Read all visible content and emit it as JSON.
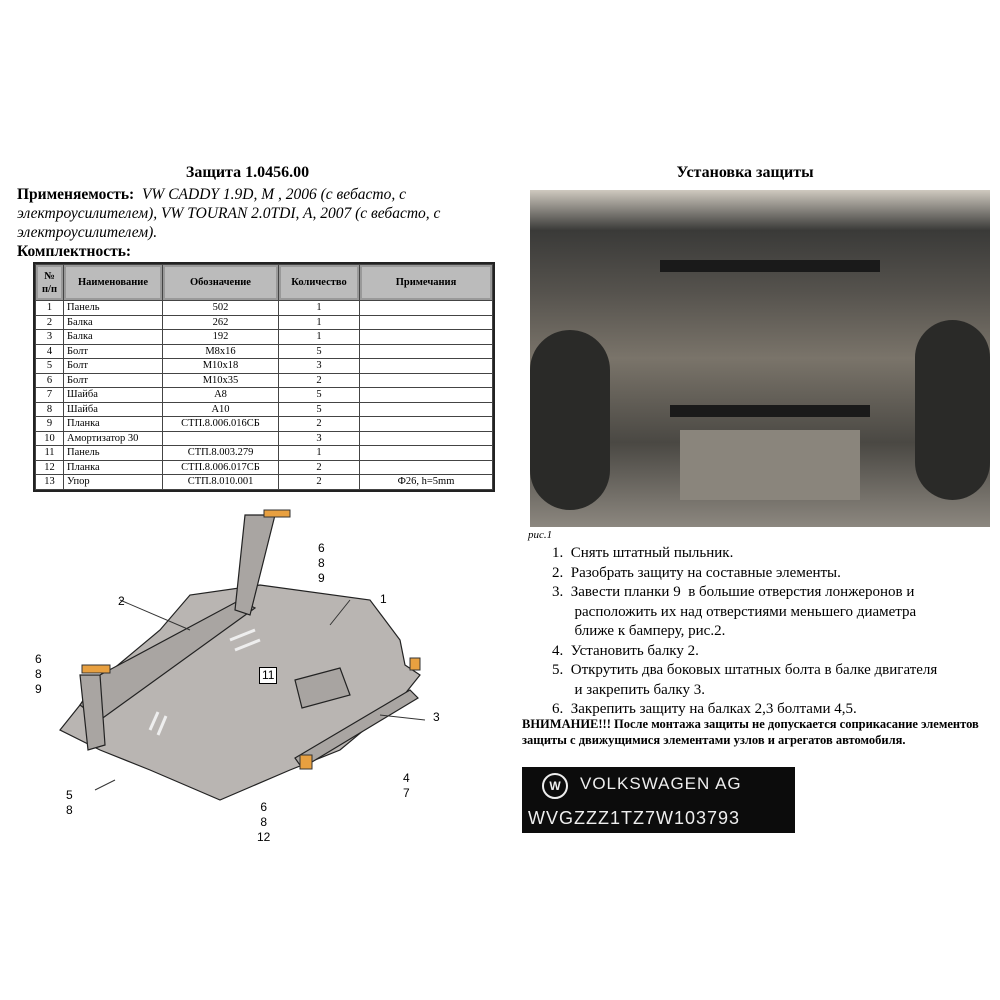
{
  "left": {
    "title": "Защита 1.0456.00",
    "applicability_label": "Применяемость:",
    "applicability_text": "VW CADDY 1.9D, M , 2006 (с вебасто, с электроусилителем), VW  TOURAN 2.0TDI, A, 2007 (с вебасто, с электроусилителем).",
    "kit_label": "Комплектность:",
    "table": {
      "headers": [
        "№ п/п",
        "Наименование",
        "Обозначение",
        "Количество",
        "Примечания"
      ],
      "rows": [
        [
          "1",
          "Панель",
          "502",
          "1",
          ""
        ],
        [
          "2",
          "Балка",
          "262",
          "1",
          ""
        ],
        [
          "3",
          "Балка",
          "192",
          "1",
          ""
        ],
        [
          "4",
          "Болт",
          "M8x16",
          "5",
          ""
        ],
        [
          "5",
          "Болт",
          "M10x18",
          "3",
          ""
        ],
        [
          "6",
          "Болт",
          "M10x35",
          "2",
          ""
        ],
        [
          "7",
          "Шайба",
          "A8",
          "5",
          ""
        ],
        [
          "8",
          "Шайба",
          "A10",
          "5",
          ""
        ],
        [
          "9",
          "Планка",
          "СТП.8.006.016СБ",
          "2",
          ""
        ],
        [
          "10",
          "Амортизатор 30",
          "",
          "3",
          ""
        ],
        [
          "11",
          "Панель",
          "СТП.8.003.279",
          "1",
          ""
        ],
        [
          "12",
          "Планка",
          "СТП.8.006.017СБ",
          "2",
          ""
        ],
        [
          "13",
          "Упор",
          "СТП.8.010.001",
          "2",
          "Ф26, h=5mm"
        ]
      ]
    },
    "drawing_labels": {
      "l1": "1",
      "l2": "2",
      "l3": "3",
      "l11": "11",
      "l47": "4\n7",
      "l689a": "6\n8\n9",
      "l689b": "6\n8\n9",
      "l58": "5\n8",
      "l6812": "6\n8\n12"
    }
  },
  "right": {
    "title": "Установка защиты",
    "caption": "рис.1",
    "steps": [
      "1.  Снять штатный пыльник.",
      "2.  Разобрать защиту на составные элементы.",
      "3.  Завести планки 9  в большие отверстия лонжеронов и",
      "      расположить их над отверстиями меньшего диаметра",
      "      ближе к бамперу, рис.2.",
      "4.  Установить балку 2.",
      "5.  Открутить два боковых штатных болта в балке двигателя",
      "      и закрепить балку 3.",
      "6.  Закрепить защиту на балках 2,3 болтами 4,5."
    ],
    "warning": "ВНИМАНИЕ!!! После монтажа защиты не допускается соприкасание элементов защиты с движущимися элементами узлов и агрегатов автомобиля.",
    "plate": {
      "brand": "VOLKSWAGEN  AG",
      "vin": "WVGZZZ1TZ7W103793"
    }
  }
}
